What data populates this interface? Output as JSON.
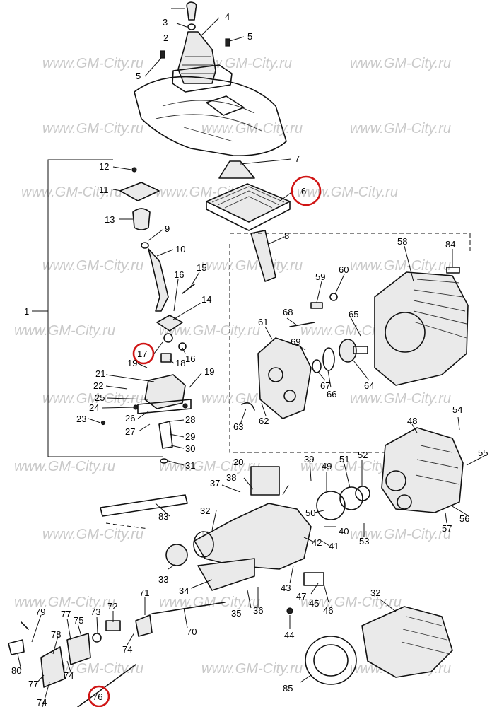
{
  "watermark": "www.GM-City.ru",
  "highlight_color": "#d01515",
  "highlighted_callouts": [
    "6",
    "17",
    "76"
  ],
  "callouts": {
    "c1": "1",
    "c2": "2",
    "c3": "3",
    "c4": "4",
    "c5a": "5",
    "c5b": "5",
    "c6": "6",
    "c7": "7",
    "c8": "8",
    "c9": "9",
    "c10": "10",
    "c11": "11",
    "c12": "12",
    "c13": "13",
    "c14": "14",
    "c15": "15",
    "c16a": "16",
    "c16b": "16",
    "c17": "17",
    "c18": "18",
    "c19a": "19",
    "c19b": "19",
    "c20": "20",
    "c21": "21",
    "c22": "22",
    "c23": "23",
    "c24": "24",
    "c25": "25",
    "c26": "26",
    "c27": "27",
    "c28": "28",
    "c29": "29",
    "c30": "30",
    "c31": "31",
    "c32a": "32",
    "c32b": "32",
    "c33": "33",
    "c34": "34",
    "c35": "35",
    "c36": "36",
    "c37": "37",
    "c38": "38",
    "c39": "39",
    "c40": "40",
    "c41": "41",
    "c42": "42",
    "c43": "43",
    "c44": "44",
    "c45": "45",
    "c46": "46",
    "c47": "47",
    "c48": "48",
    "c49": "49",
    "c50": "50",
    "c51": "51",
    "c52": "52",
    "c53": "53",
    "c54": "54",
    "c55": "55",
    "c56": "56",
    "c57": "57",
    "c58": "58",
    "c59": "59",
    "c60": "60",
    "c61": "61",
    "c62": "62",
    "c63": "63",
    "c64": "64",
    "c65": "65",
    "c66": "66",
    "c67": "67",
    "c68": "68",
    "c69": "69",
    "c70": "70",
    "c71": "71",
    "c72": "72",
    "c73": "73",
    "c74a": "74",
    "c74b": "74",
    "c74c": "74",
    "c75": "75",
    "c76": "76",
    "c77a": "77",
    "c77b": "77",
    "c78": "78",
    "c79": "79",
    "c80": "80",
    "c83": "83",
    "c84": "84",
    "c85": "85"
  }
}
